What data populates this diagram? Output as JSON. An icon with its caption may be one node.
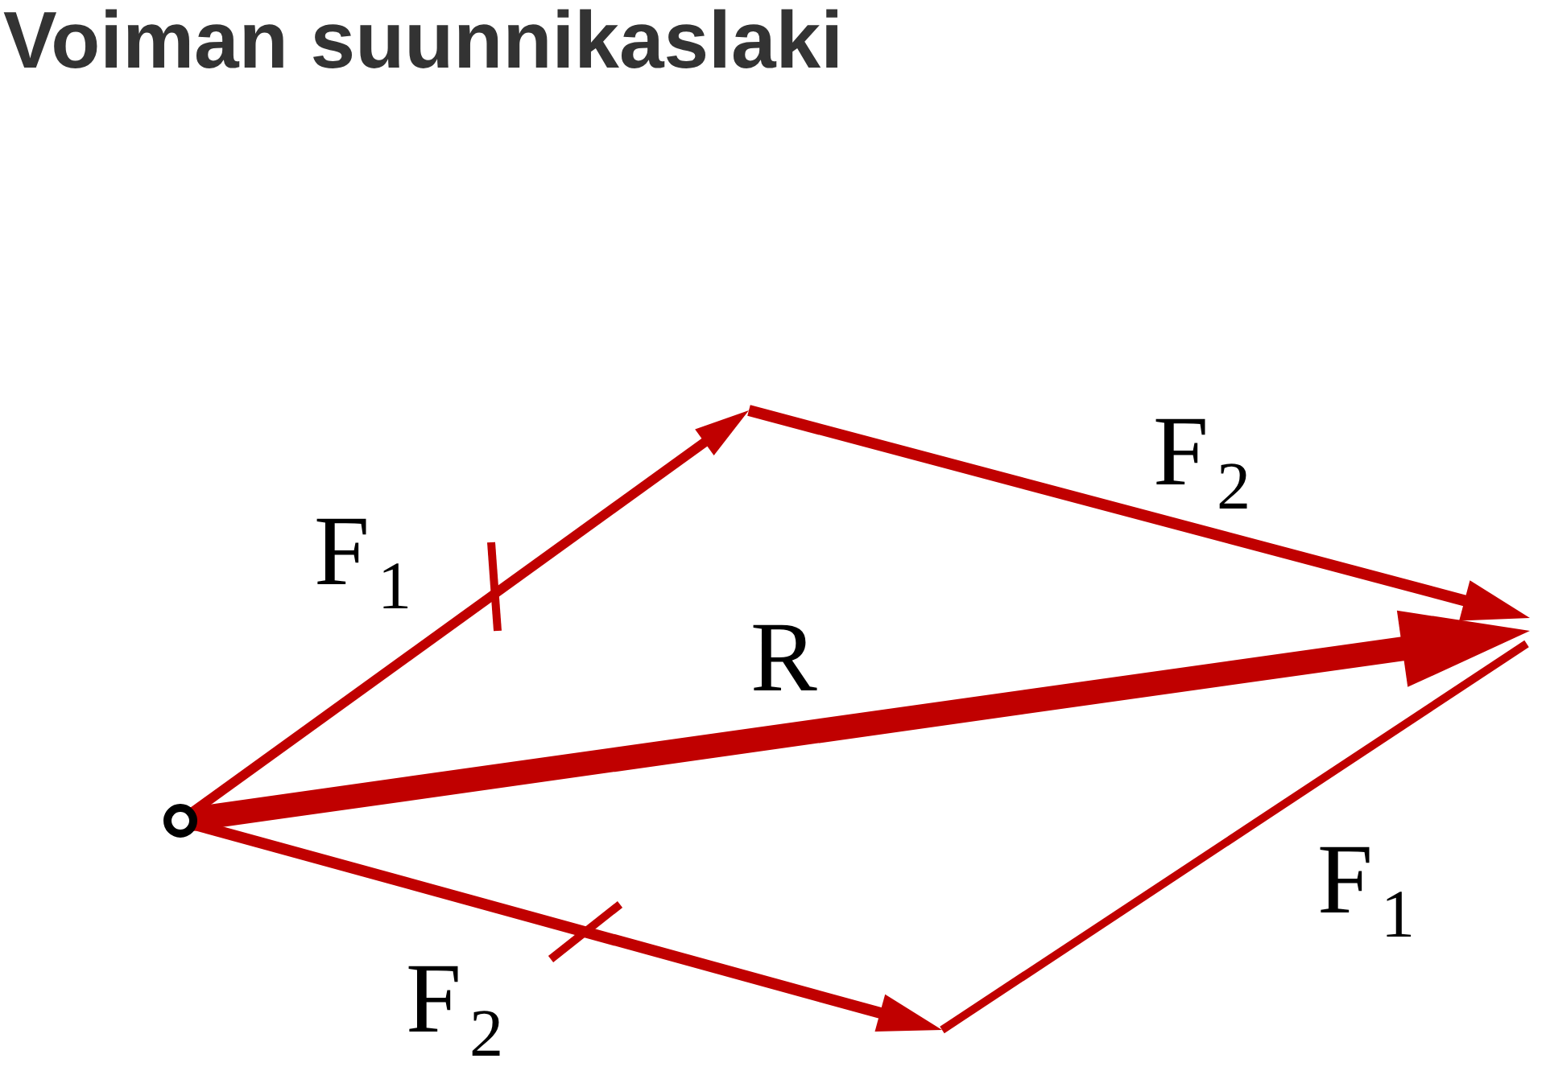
{
  "diagram": {
    "title": "Voiman suunnikaslaki",
    "labels": [
      "F$_{2}$",
      "F$_{1}$",
      "R",
      "F$_{1}$",
      "F$_{2}$"
    ]
  }
}
